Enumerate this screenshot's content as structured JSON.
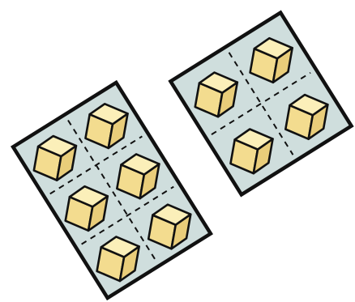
{
  "colors": {
    "background": "#ffffff",
    "tray_fill": "#cfdedd",
    "outline": "#111111",
    "box_top": "#fbefb9",
    "box_left": "#f3dc8f",
    "box_right": "#e9cd7a"
  },
  "trays": [
    {
      "name": "six-box-tray",
      "columns": 2,
      "rows": 3,
      "box_count": 6
    },
    {
      "name": "four-box-tray",
      "columns": 2,
      "rows": 2,
      "box_count": 4
    }
  ]
}
